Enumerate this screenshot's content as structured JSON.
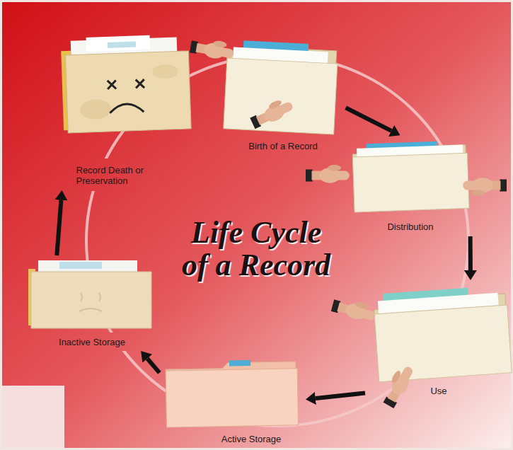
{
  "diagram": {
    "title": "Life Cycle of a Record",
    "nodes": [
      {
        "text": [
          "Birth of a Record"
        ]
      },
      {
        "text": [
          "Distribution"
        ]
      },
      {
        "text": [
          "Use"
        ]
      },
      {
        "text": [
          "Active Storage"
        ]
      },
      {
        "text": [
          "Inactive Storage"
        ]
      },
      {
        "text": [
          "Record Death or Preservation"
        ]
      }
    ],
    "edges": [
      {
        "from": 0,
        "to": 1,
        "arrow": "to"
      },
      {
        "from": 1,
        "to": 2,
        "arrow": "to"
      },
      {
        "from": 2,
        "to": 3,
        "arrow": "to"
      },
      {
        "from": 3,
        "to": 4,
        "arrow": "to"
      },
      {
        "from": 4,
        "to": 5,
        "arrow": "to"
      }
    ]
  }
}
